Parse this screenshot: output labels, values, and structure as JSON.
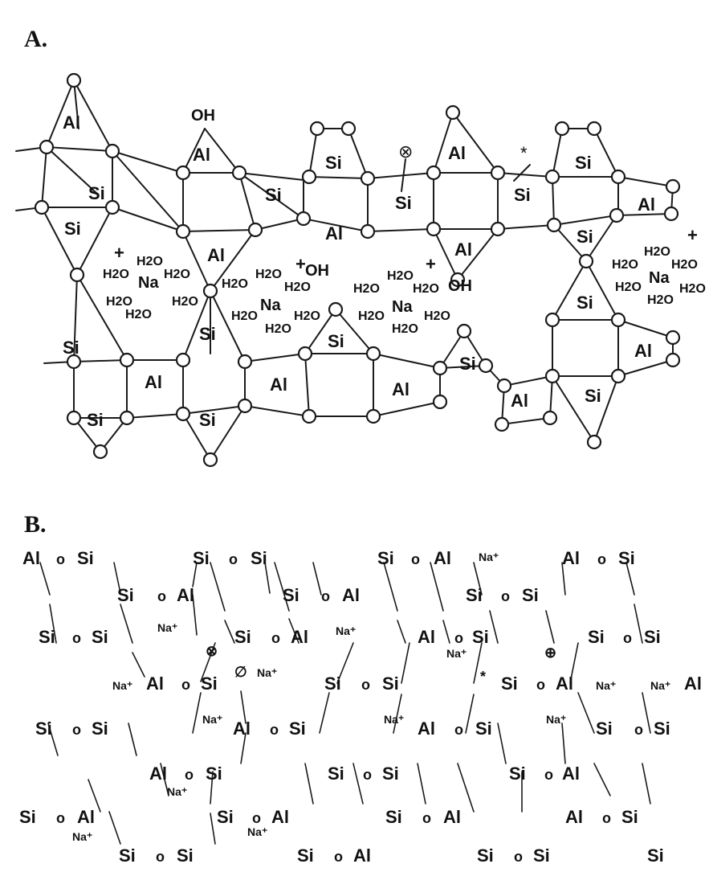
{
  "panel_a": {
    "label": "A.",
    "aluminium": "Al",
    "silicon": "Si",
    "sodium": "Na",
    "water": "H2O",
    "hydroxyl": "OH",
    "cation": "+",
    "anion_marker": "⊗",
    "asterisk": "*"
  },
  "panel_b": {
    "label": "B.",
    "aluminium": "Al",
    "silicon": "Si",
    "oxygen": "o",
    "sodium_ion": "Na⁺",
    "plus_circle": "⊕",
    "minus_circle": "⊗",
    "empty_circle": "∅",
    "asterisk": "*"
  },
  "colors": {
    "ink": "#1a1a1a",
    "background": "#ffffff"
  }
}
